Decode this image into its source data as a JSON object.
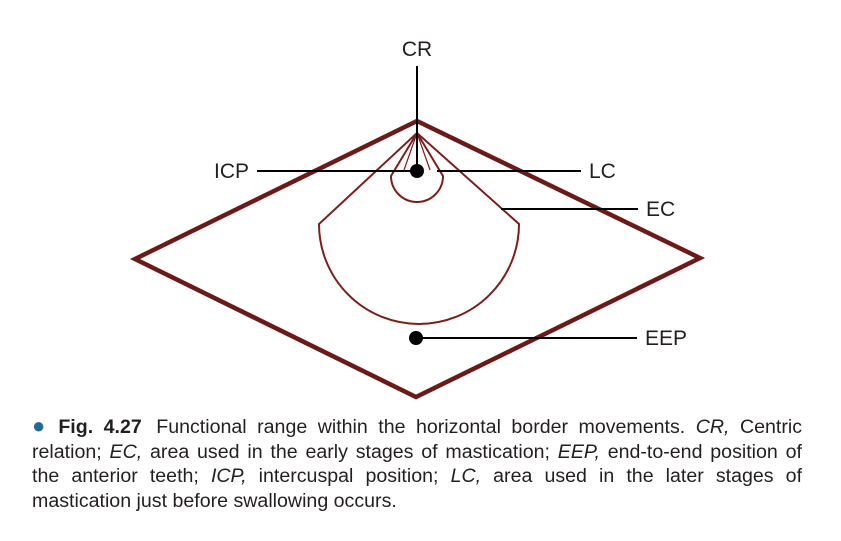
{
  "diagram": {
    "colors": {
      "outline": "#7a1f1c",
      "envelope": "#6b1a1a",
      "leader": "#000000",
      "bullet": "#1f6b99"
    },
    "labels": {
      "cr": "CR",
      "icp": "ICP",
      "lc": "LC",
      "ec": "EC",
      "eep": "EEP"
    }
  },
  "caption": {
    "figure_number": "Fig. 4.27",
    "title": "Functional range within the horizontal border movements.",
    "definitions": [
      {
        "abbr": "CR,",
        "text": "Centric relation;"
      },
      {
        "abbr": "EC,",
        "text": "area used in the early stages of mastication;"
      },
      {
        "abbr": "EEP,",
        "text": "end-to-end position of the anterior teeth;"
      },
      {
        "abbr": "ICP,",
        "text": "intercuspal position;"
      },
      {
        "abbr": "LC,",
        "text": "area used in the later stages of mastication just before swallowing occurs."
      }
    ]
  }
}
